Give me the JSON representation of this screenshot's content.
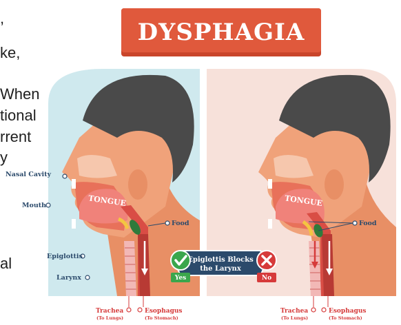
{
  "title": "DYSPHAGIA",
  "side_text": [
    ",",
    "ke,",
    "When",
    "tional",
    "rrent",
    "y",
    "al"
  ],
  "labels": {
    "nasal_cavity": "Nasal Cavity",
    "mouth": "Mouth",
    "epiglottis": "Epiglottis",
    "larynx": "Larynx",
    "food_left": "Food",
    "food_right": "Food",
    "tongue_left": "TONGUE",
    "tongue_right": "TONGUE",
    "trachea_left": "Trachea",
    "trachea_left_sub": "(To Lungs)",
    "esophagus_left": "Esophagus",
    "esophagus_left_sub": "(To Stomach)",
    "trachea_right": "Trachea",
    "trachea_right_sub": "(To Lungs)",
    "esophagus_right": "Esophagus",
    "esophagus_right_sub": "(To Stomach)"
  },
  "center_badge": {
    "text_line1": "Epiglottis Blocks",
    "text_line2": "the Larynx",
    "yes": "Yes",
    "no": "No"
  },
  "colors": {
    "banner": "#e0593c",
    "badge": "#2b4a6b",
    "yes": "#3aa64c",
    "no": "#d63a3a",
    "skin": "#f0a27a",
    "hair": "#4a4a4a",
    "left_bg": "#cfe9ee",
    "right_bg": "#f7e1da"
  }
}
